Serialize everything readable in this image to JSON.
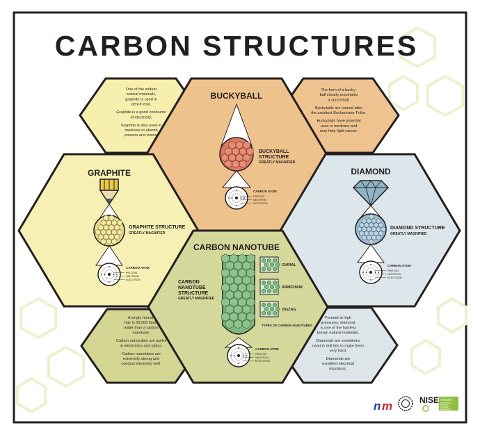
{
  "title": "CARBON STRUCTURES",
  "colors": {
    "graphite": "#f6f0b4",
    "buckyball": "#eec28c",
    "diamond": "#dde6ea",
    "nanotube": "#d4d89a",
    "info_graphite": "#f7efae",
    "info_buckyball": "#eec38f",
    "info_nanotube": "#d3d693",
    "info_diamond": "#dde5e9",
    "outline": "#231f20"
  },
  "graphite": {
    "title": "GRAPHITE",
    "structure_label_1": "GRAPHITE STRUCTURE",
    "structure_label_2": "GREATLY MAGNIFIED",
    "info": [
      "One of the softest",
      "natural materials,",
      "graphite is used in",
      "pencil lead.",
      "",
      "Graphite is a good conductor",
      "of electricity.",
      "",
      "Graphite is also used in",
      "medicine to absorb",
      "poisons and toxins."
    ]
  },
  "buckyball": {
    "title": "BUCKYBALL",
    "structure_label_1": "BUCKYBALL",
    "structure_label_2": "STRUCTURE",
    "structure_label_3": "GREATLY MAGNIFIED",
    "info": [
      "The form of a bucky-",
      "ball closely resembles",
      "a soccerball.",
      "",
      "Buckyballs are named after",
      "the architect Buckminster Fuller.",
      "",
      "Buckyballs have potential",
      "uses in medicine and",
      "may help fight cancer."
    ]
  },
  "diamond": {
    "title": "DIAMOND",
    "structure_label_1": "DIAMOND STRUCTURE",
    "structure_label_2": "GREATLY MAGNIFIED",
    "info": [
      "Formed at high",
      "pressures, diamond",
      "is one of the hardest",
      "known natural materials.",
      "",
      "Diamonds are sometimes",
      "used in drill bits to make them",
      "very hard.",
      "",
      "Diamonds are",
      "excellent electrical",
      "insulators."
    ]
  },
  "nanotube": {
    "title": "CARBON NANOTUBE",
    "structure_label_1": "CARBON",
    "structure_label_2": "NANOTUBE",
    "structure_label_3": "STRUCTURE",
    "structure_label_4": "GREATLY MAGNIFIED",
    "types": [
      "CHIRAL",
      "ARMCHAIR",
      "ZIGZAG"
    ],
    "types_caption": "TYPES OF CARBON NANOTUBES",
    "info": [
      "A single human",
      "hair is 50,000 times",
      "wider than a carbon",
      "nanotube.",
      "",
      "Carbon nanotubes are useful",
      "in electronics and optics.",
      "",
      "Carbon nanotubes are",
      "extremely strong and",
      "conduct electricity well."
    ]
  },
  "atom": {
    "label": "CARBON ATOM",
    "proton": "PROTON",
    "neutron": "NEUTRON",
    "electron": "ELECTRON"
  },
  "logos": {
    "nise": "NISE",
    "network": "network",
    "nise_sub": [
      "NANOSCALE",
      "INFORMAL",
      "SCIENCE",
      "EDUCATION"
    ]
  }
}
